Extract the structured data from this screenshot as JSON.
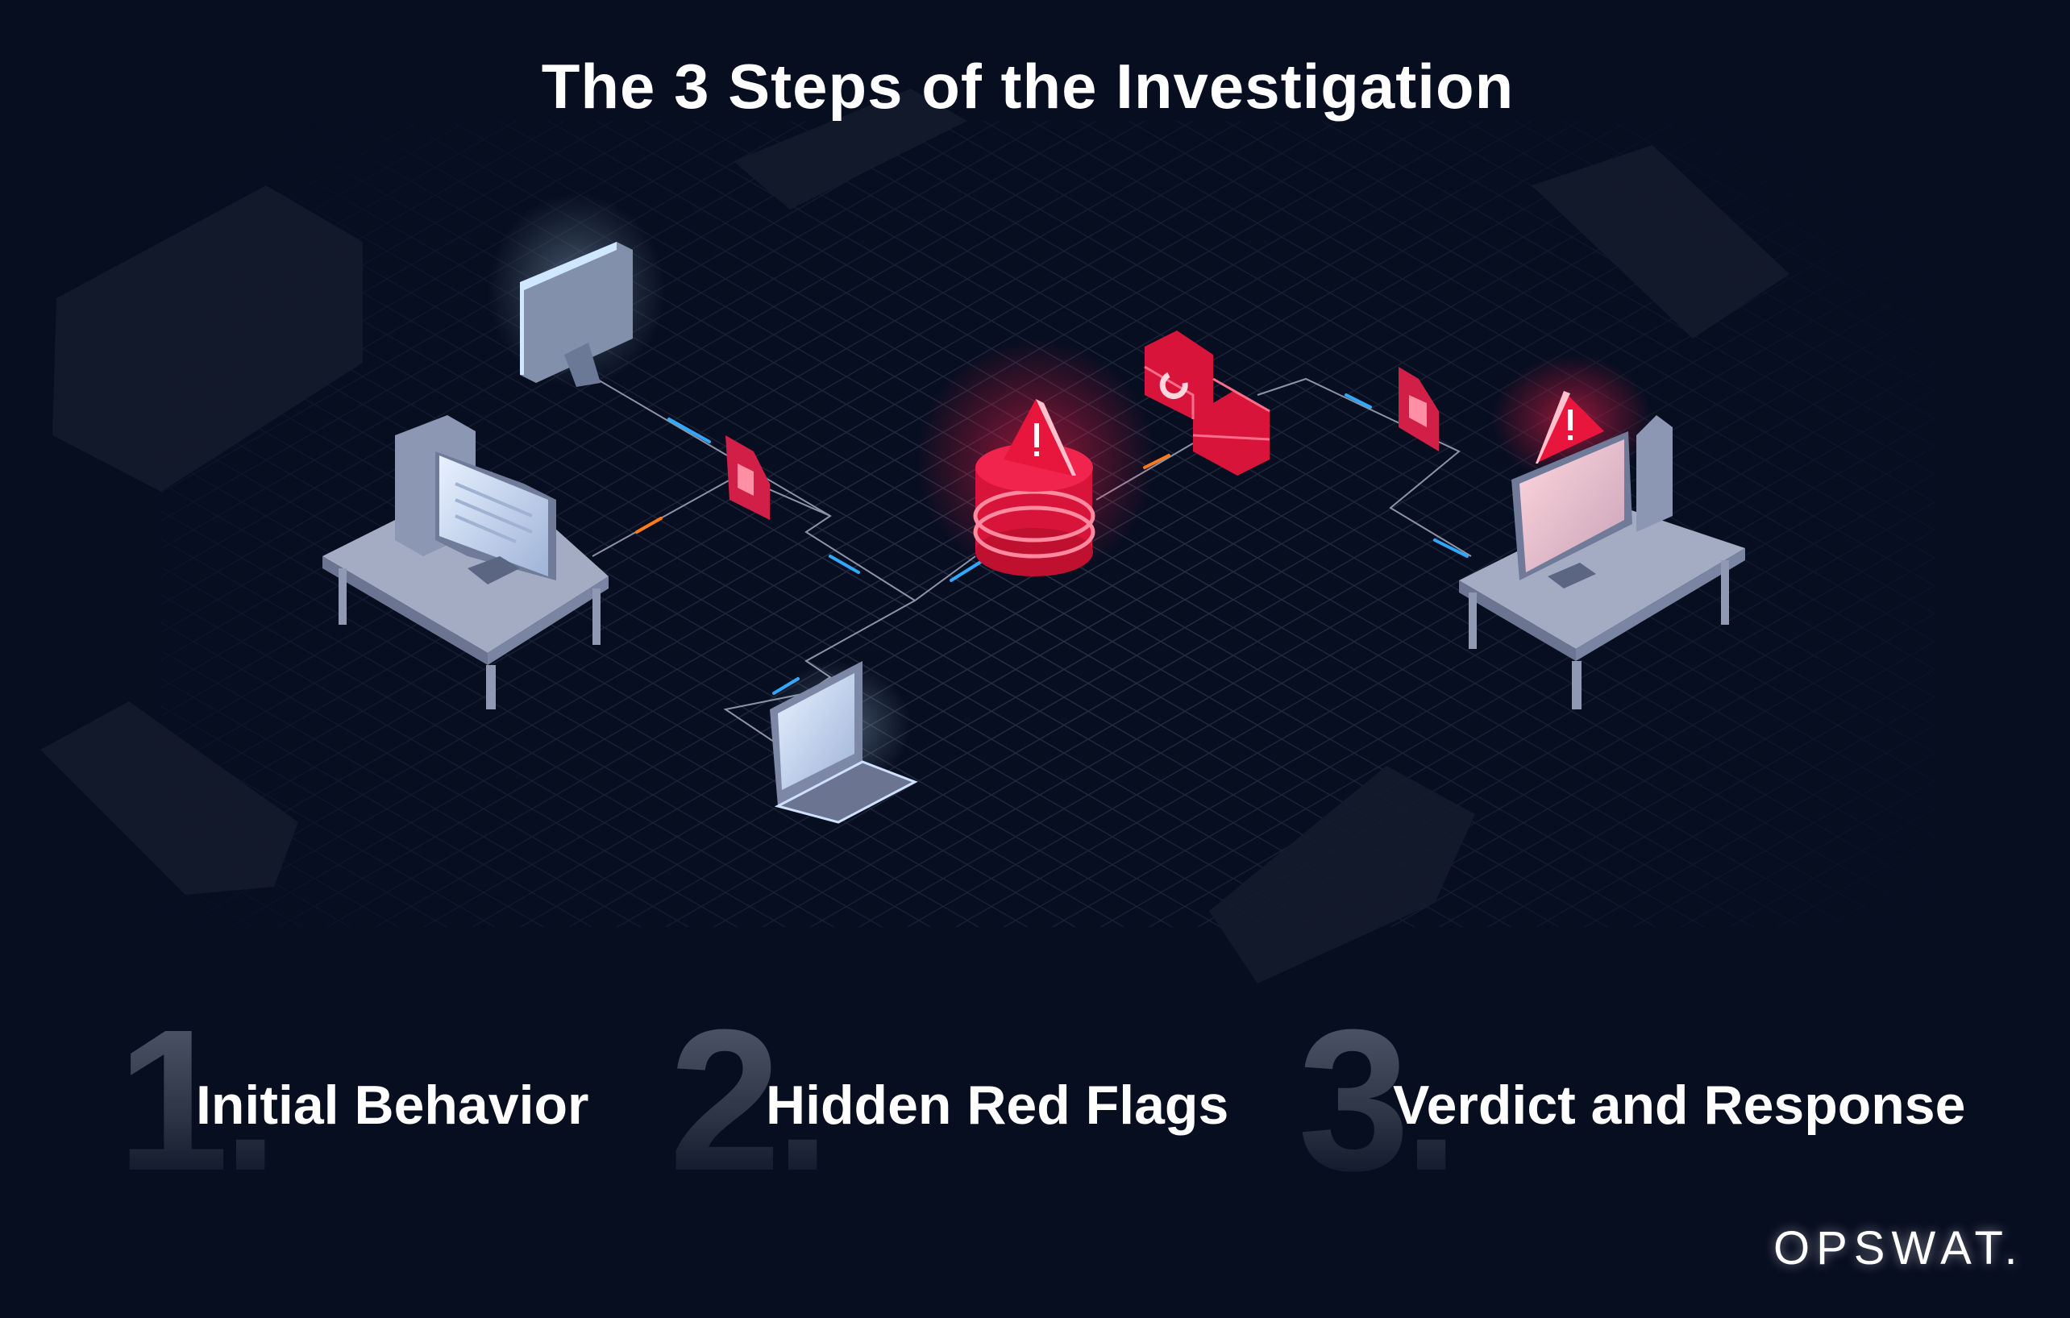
{
  "title": "The 3 Steps of the Investigation",
  "steps": [
    {
      "number": "1.",
      "label": "Initial Behavior"
    },
    {
      "number": "2.",
      "label": "Hidden Red Flags"
    },
    {
      "number": "3.",
      "label": "Verdict and Response"
    }
  ],
  "logo": "OPSWAT.",
  "colors": {
    "background": "#070e20",
    "alert_red": "#e8153c",
    "device_gray": "#8a96b4",
    "glow_blue": "#2fa8ff"
  }
}
